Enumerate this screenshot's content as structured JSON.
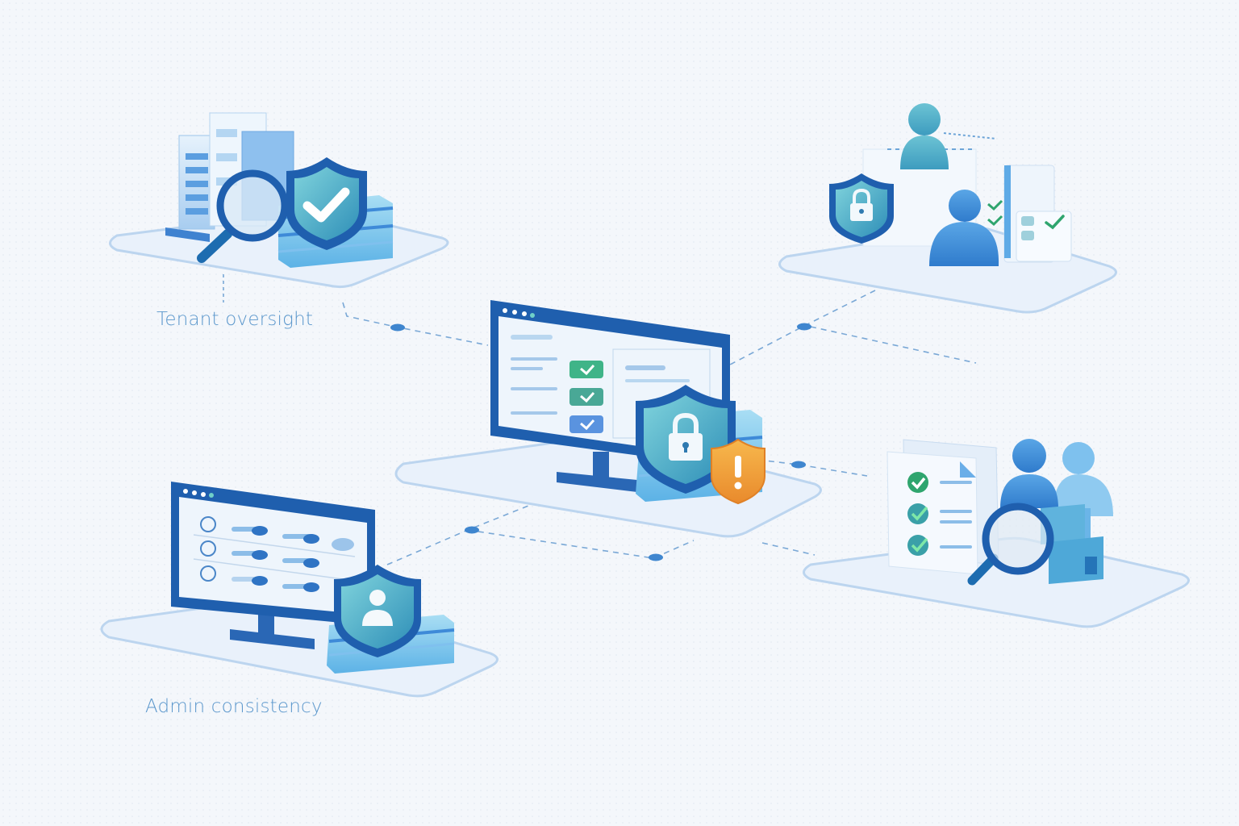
{
  "diagram": {
    "type": "isometric-illustration",
    "theme": "multi-tenant security administration",
    "colors": {
      "background": "#f4f7fb",
      "platform": "#e8f0fa",
      "platform_edge": "#b9d2ee",
      "primary_blue": "#1f5fae",
      "mid_blue": "#3f8ad8",
      "light_blue": "#9ccaf0",
      "teal": "#4fb3c8",
      "green_check": "#2fa56e",
      "warning_orange": "#f0a23a",
      "label_text": "#5b97cc",
      "connector": "#6a9fd4"
    },
    "nodes": [
      {
        "id": "tenant-oversight",
        "label": "Tenant oversight",
        "icons": [
          "building-icon",
          "magnifier-icon",
          "shield-check-icon",
          "server-stack-icon"
        ]
      },
      {
        "id": "identity-access",
        "label": "",
        "icons": [
          "user-icon",
          "user-icon",
          "shield-lock-icon",
          "clipboard-checklist-icon"
        ]
      },
      {
        "id": "central-console",
        "label": "",
        "icons": [
          "monitor-icon",
          "check-toggle-icon",
          "shield-lock-icon",
          "warning-shield-icon",
          "server-stack-icon"
        ]
      },
      {
        "id": "audit-review",
        "label": "",
        "icons": [
          "document-checklist-icon",
          "magnifier-icon",
          "user-icon",
          "user-icon",
          "box-stack-icon"
        ]
      },
      {
        "id": "admin-consistency",
        "label": "Admin consistency",
        "icons": [
          "monitor-icon",
          "slider-settings-icon",
          "shield-user-icon",
          "server-stack-icon"
        ]
      }
    ],
    "connections": [
      {
        "from": "tenant-oversight",
        "to": "central-console"
      },
      {
        "from": "identity-access",
        "to": "central-console"
      },
      {
        "from": "central-console",
        "to": "audit-review"
      },
      {
        "from": "admin-consistency",
        "to": "central-console"
      },
      {
        "from": "admin-consistency",
        "to": "audit-review"
      }
    ]
  },
  "labels": {
    "tenant_oversight": "Tenant oversight",
    "admin_consistency": "Admin consistency"
  }
}
